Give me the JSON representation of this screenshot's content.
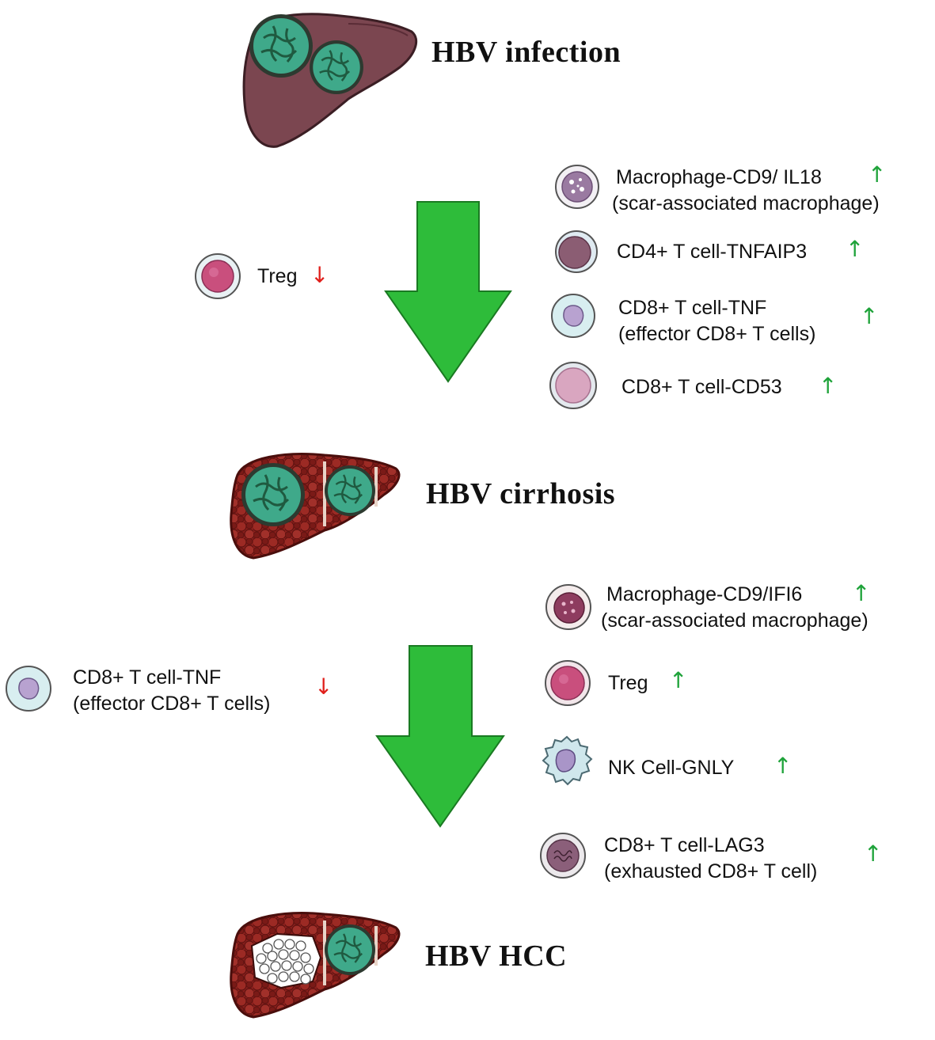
{
  "stages": {
    "infection": "HBV infection",
    "cirrhosis": "HBV cirrhosis",
    "hcc": "HBV HCC"
  },
  "colors": {
    "flow_arrow": "#2ebc3a",
    "up": "#1fa33a",
    "down": "#e0201c",
    "healthy_liver": "#7b4650",
    "cirrhotic_liver": "#8a1f1c",
    "virus": "#3fa98a"
  },
  "transition1": {
    "left": [
      {
        "label_lines": [
          "Treg"
        ],
        "direction": "down",
        "icon": "treg-cell-icon"
      }
    ],
    "right": [
      {
        "label_lines": [
          "Macrophage-CD9/ IL18",
          "(scar-associated macrophage)"
        ],
        "direction": "up",
        "icon": "macrophage-cell-icon"
      },
      {
        "label_lines": [
          "CD4+ T cell-TNFAIP3"
        ],
        "direction": "up",
        "icon": "cd4-t-cell-icon"
      },
      {
        "label_lines": [
          "CD8+ T cell-TNF",
          "(effector CD8+ T cells)"
        ],
        "direction": "up",
        "icon": "cd8-t-cell-icon"
      },
      {
        "label_lines": [
          "CD8+ T cell-CD53"
        ],
        "direction": "up",
        "icon": "cd8-t-cell-icon"
      }
    ]
  },
  "transition2": {
    "left": [
      {
        "label_lines": [
          "CD8+ T cell-TNF",
          "(effector CD8+ T cells)"
        ],
        "direction": "down",
        "icon": "cd8-t-cell-icon"
      }
    ],
    "right": [
      {
        "label_lines": [
          "Macrophage-CD9/IFI6",
          "(scar-associated macrophage)"
        ],
        "direction": "up",
        "icon": "macrophage-cell-icon"
      },
      {
        "label_lines": [
          "Treg"
        ],
        "direction": "up",
        "icon": "treg-cell-icon"
      },
      {
        "label_lines": [
          "NK Cell-GNLY"
        ],
        "direction": "up",
        "icon": "nk-cell-icon"
      },
      {
        "label_lines": [
          "CD8+ T cell-LAG3",
          "(exhausted CD8+ T cell)"
        ],
        "direction": "up",
        "icon": "exhausted-t-cell-icon"
      }
    ]
  },
  "arrow_glyphs": {
    "up": "↑",
    "down": "↓"
  }
}
